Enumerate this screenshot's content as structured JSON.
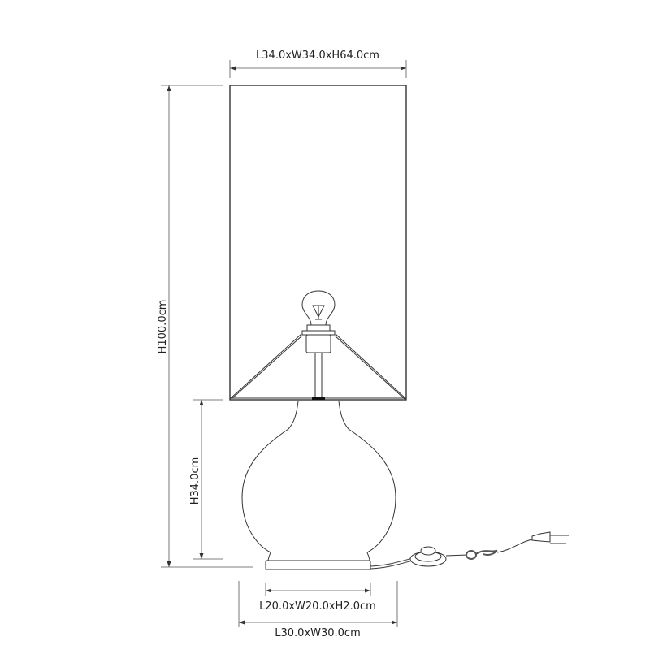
{
  "drawing": {
    "shade_dimension": "L34.0xW34.0xH64.0cm",
    "total_height": "H100.0cm",
    "base_height": "H34.0cm",
    "foot_dimension": "L20.0xW20.0xH2.0cm",
    "footprint_dimension": "L30.0xW30.0cm"
  }
}
